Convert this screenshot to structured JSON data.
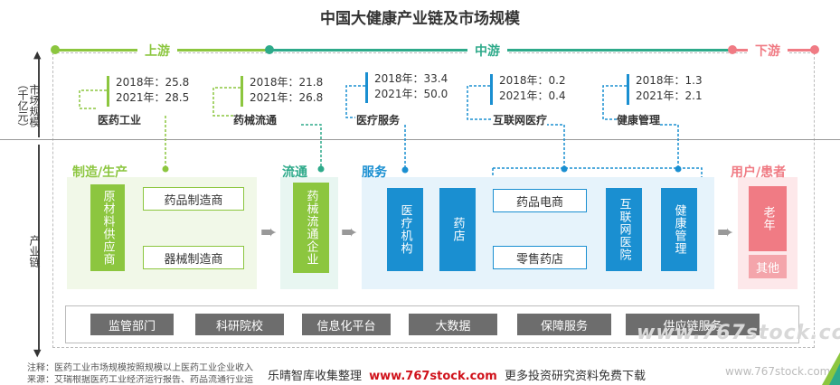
{
  "title": "中国大健康产业链及市场规模",
  "axis": {
    "market": "市场规模（千亿元）",
    "chain": "产业链"
  },
  "stages": {
    "upstream": "上游",
    "midstream": "中游",
    "downstream": "下游"
  },
  "market": [
    {
      "name": "医药工业",
      "y2018": "2018年：25.8",
      "y2021": "2021年：28.5"
    },
    {
      "name": "药械流通",
      "y2018": "2018年：21.8",
      "y2021": "2021年：26.8"
    },
    {
      "name": "医疗服务",
      "y2018": "2018年：33.4",
      "y2021": "2021年：50.0"
    },
    {
      "name": "互联网医疗",
      "y2018": "2018年：0.2",
      "y2021": "2021年：0.4"
    },
    {
      "name": "健康管理",
      "y2018": "2018年：1.3",
      "y2021": "2021年：2.1"
    }
  ],
  "chain": {
    "manufacture": {
      "title": "制造/生产",
      "supplier": "原材料供应商",
      "drug_maker": "药品制造商",
      "device_maker": "器械制造商"
    },
    "distribution": {
      "title": "流通",
      "company": "药械流通企业"
    },
    "service": {
      "title": "服务",
      "institution": "医疗机构",
      "pharmacy": "药店",
      "ecommerce": "药品电商",
      "retail": "零售药店",
      "internet_hospital": "互联网医院",
      "health_mgmt": "健康管理"
    },
    "user": {
      "title": "用户/患者",
      "elderly": "老年",
      "other": "其他"
    }
  },
  "support": [
    "监管部门",
    "科研院校",
    "信息化平台",
    "大数据",
    "保障服务",
    "供应链服务"
  ],
  "notes": {
    "note1": "注释：医药工业市场规模按照规模以上医药工业企业收入",
    "note2": "来源：艾瑞根据医药工业经济运行报告、药品流通行业运",
    "credit": "乐晴智库收集整理",
    "site": "www.767stock.com",
    "tail": "更多投资研究资料免费下载"
  },
  "watermark": {
    "large": "www.767stock.com",
    "small": "www.767stock.com"
  },
  "colors": {
    "green": "#8cc63f",
    "teal": "#2eaa8a",
    "blue": "#1a8fd1",
    "red": "#f07b84",
    "gray": "#6d6d6d"
  }
}
